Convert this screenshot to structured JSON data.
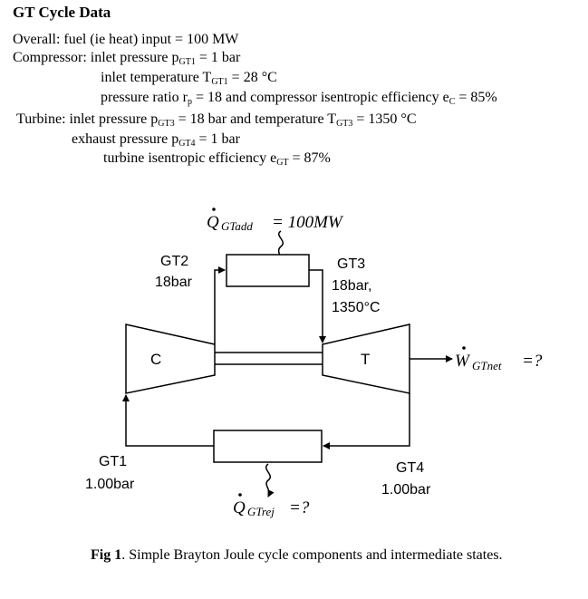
{
  "title": "GT Cycle Data",
  "specs": [
    {
      "text": "Overall: fuel (ie heat) input = 100 MW"
    },
    {
      "text": "Compressor: inlet pressure p",
      "sub": "GT1",
      "tail": " = 1 bar"
    },
    {
      "text": "inlet temperature T",
      "sub": "GT1",
      "tail": " = 28 °C"
    },
    {
      "text": "pressure ratio r",
      "sub": "p",
      "tail": " = 18 and compressor isentropic efficiency e",
      "sub2": "C",
      "tail2": " = 85%"
    },
    {
      "text": "Turbine: inlet pressure p",
      "sub": "GT3",
      "tail": " = 18 bar and temperature T",
      "sub2": "GT3",
      "tail2": " = 1350 °C"
    },
    {
      "text": "exhaust pressure p",
      "sub": "GT4",
      "tail": " = 1 bar"
    },
    {
      "text": "turbine isentropic efficiency e",
      "sub": "GT",
      "tail": " = 87%"
    }
  ],
  "diagram": {
    "q_add": {
      "symbol": "Q",
      "sub": "GTadd",
      "value": "= 100MW"
    },
    "q_rej": {
      "symbol": "Q",
      "sub": "GTrej",
      "value": "=?"
    },
    "w_net": {
      "symbol": "W",
      "sub": "GTnet",
      "value": "=?"
    },
    "compressor_label": "C",
    "turbine_label": "T",
    "states": {
      "gt1": {
        "name": "GT1",
        "pressure": "1.00bar"
      },
      "gt2": {
        "name": "GT2",
        "pressure": "18bar"
      },
      "gt3": {
        "name": "GT3",
        "pressure": "18bar,",
        "temperature": "1350°C"
      },
      "gt4": {
        "name": "GT4",
        "pressure": "1.00bar"
      }
    }
  },
  "caption": {
    "bold": "Fig 1",
    "text": ". Simple Brayton Joule cycle components and intermediate states."
  }
}
